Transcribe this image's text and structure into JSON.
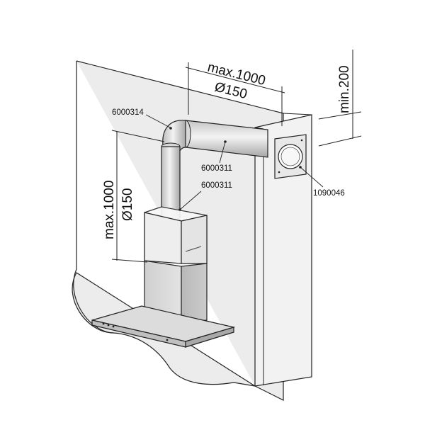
{
  "dimensions": {
    "horizontal_max": "max.1000",
    "horizontal_diameter": "Ø150",
    "vertical_max": "max.1000",
    "vertical_diameter": "Ø150",
    "wall_offset_min": "min.200"
  },
  "parts": {
    "elbow": "6000314",
    "horizontal_duct": "6000311",
    "vertical_duct": "6000311",
    "wall_outlet": "1090046"
  }
}
